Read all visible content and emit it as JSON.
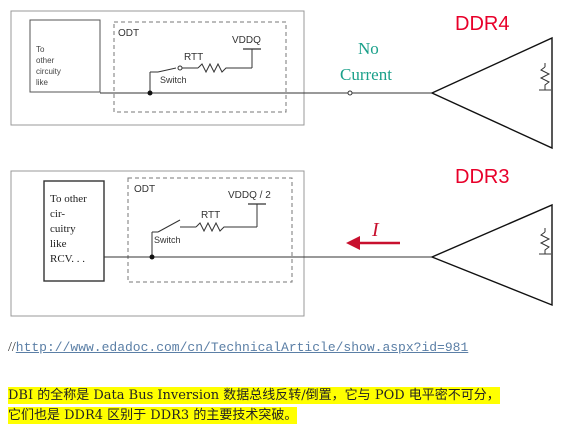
{
  "ddr4": {
    "label": "DDR4",
    "block_label": "To other circuity like",
    "block_lines": [
      "To",
      "other",
      "circuity",
      "like"
    ],
    "odt_label": "ODT",
    "rtt_label": "RTT",
    "vddq_label": "VDDQ",
    "switch_label": "Switch",
    "no_current_lines": [
      "No",
      "Current"
    ]
  },
  "ddr3": {
    "label": "DDR3",
    "block_lines": [
      "To other",
      "cir-",
      "cuitry",
      "like",
      "RCV. . ."
    ],
    "odt_label": "ODT",
    "rtt_label": "RTT",
    "vddq_label": "VDDQ / 2",
    "switch_label": "Switch",
    "current_label": "I"
  },
  "colors": {
    "ddr_label": "#e8002a",
    "no_current": "#1aa08a",
    "current_arrow": "#c8102e",
    "dashed_box": "#777777",
    "highlight": "#ffff00",
    "link": "#5b7fa6"
  },
  "url": {
    "prefix": "//",
    "href_text": "http://www.edadoc.com/cn/TechnicalArticle/show.aspx?id=981"
  },
  "note": {
    "line1": "DBI 的全称是 Data Bus Inversion 数据总线反转/倒置，它与 POD 电平密不可分，",
    "line2": "它们也是 DDR4 区别于 DDR3 的主要技术突破。"
  }
}
